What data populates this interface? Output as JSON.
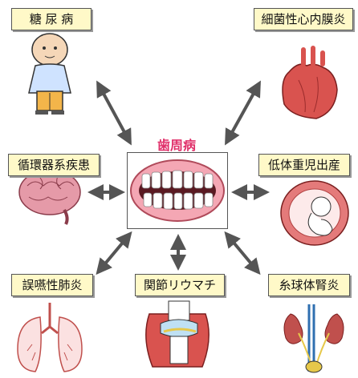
{
  "center": {
    "title": "歯周病"
  },
  "labels": {
    "diabetes": "糖 尿 病",
    "endocarditis": "細菌性心内膜炎",
    "cardiovascular": "循環器系疾患",
    "low_birth_weight": "低体重児出産",
    "pneumonia": "誤嚥性肺炎",
    "rheumatoid": "関節リウマチ",
    "nephritis": "糸球体腎炎"
  },
  "colors": {
    "label_bg": "#fff9c8",
    "title": "#e0306a",
    "arrow": "#555555",
    "organ_red": "#d9534f",
    "gum_pink": "#f4a7b4",
    "skin": "#f5d7b8"
  },
  "icons": [
    "person-icon",
    "heart-icon",
    "brain-icon",
    "fetus-icon",
    "lungs-icon",
    "knee-joint-icon",
    "kidneys-icon",
    "mouth-teeth-icon"
  ]
}
